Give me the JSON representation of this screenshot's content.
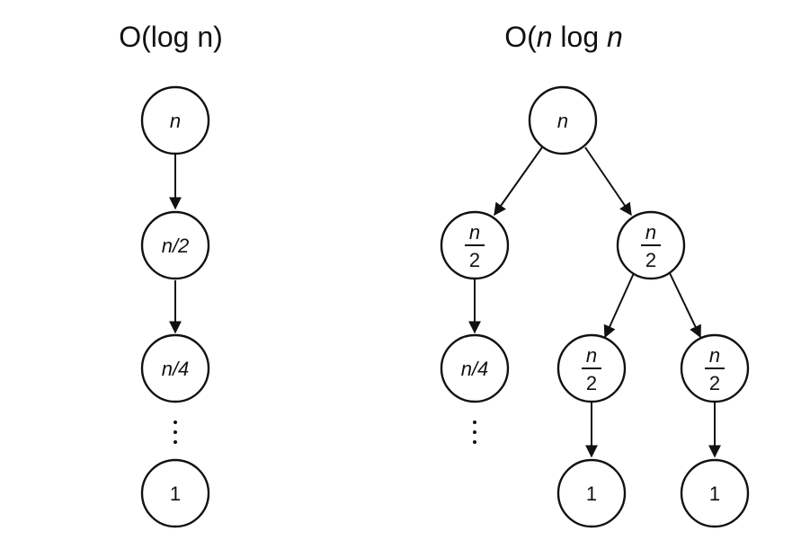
{
  "titles": {
    "left_prefix": "O(log n)",
    "right_prefix": "O(",
    "right_n1": "n",
    "right_log": " log ",
    "right_n2": "n"
  },
  "left_tree": {
    "root": "n",
    "half": "n/2",
    "quarter": "n/4",
    "leaf": "1"
  },
  "right_tree": {
    "root": "n",
    "left_half_num": "n",
    "left_half_den": "2",
    "right_half_num": "n",
    "right_half_den": "2",
    "left_quarter": "n/4",
    "rl_num": "n",
    "rl_den": "2",
    "rr_num": "n",
    "rr_den": "2",
    "leaf_left": "1",
    "leaf_right": "1"
  },
  "colors": {
    "stroke": "#111111",
    "background": "#ffffff"
  }
}
